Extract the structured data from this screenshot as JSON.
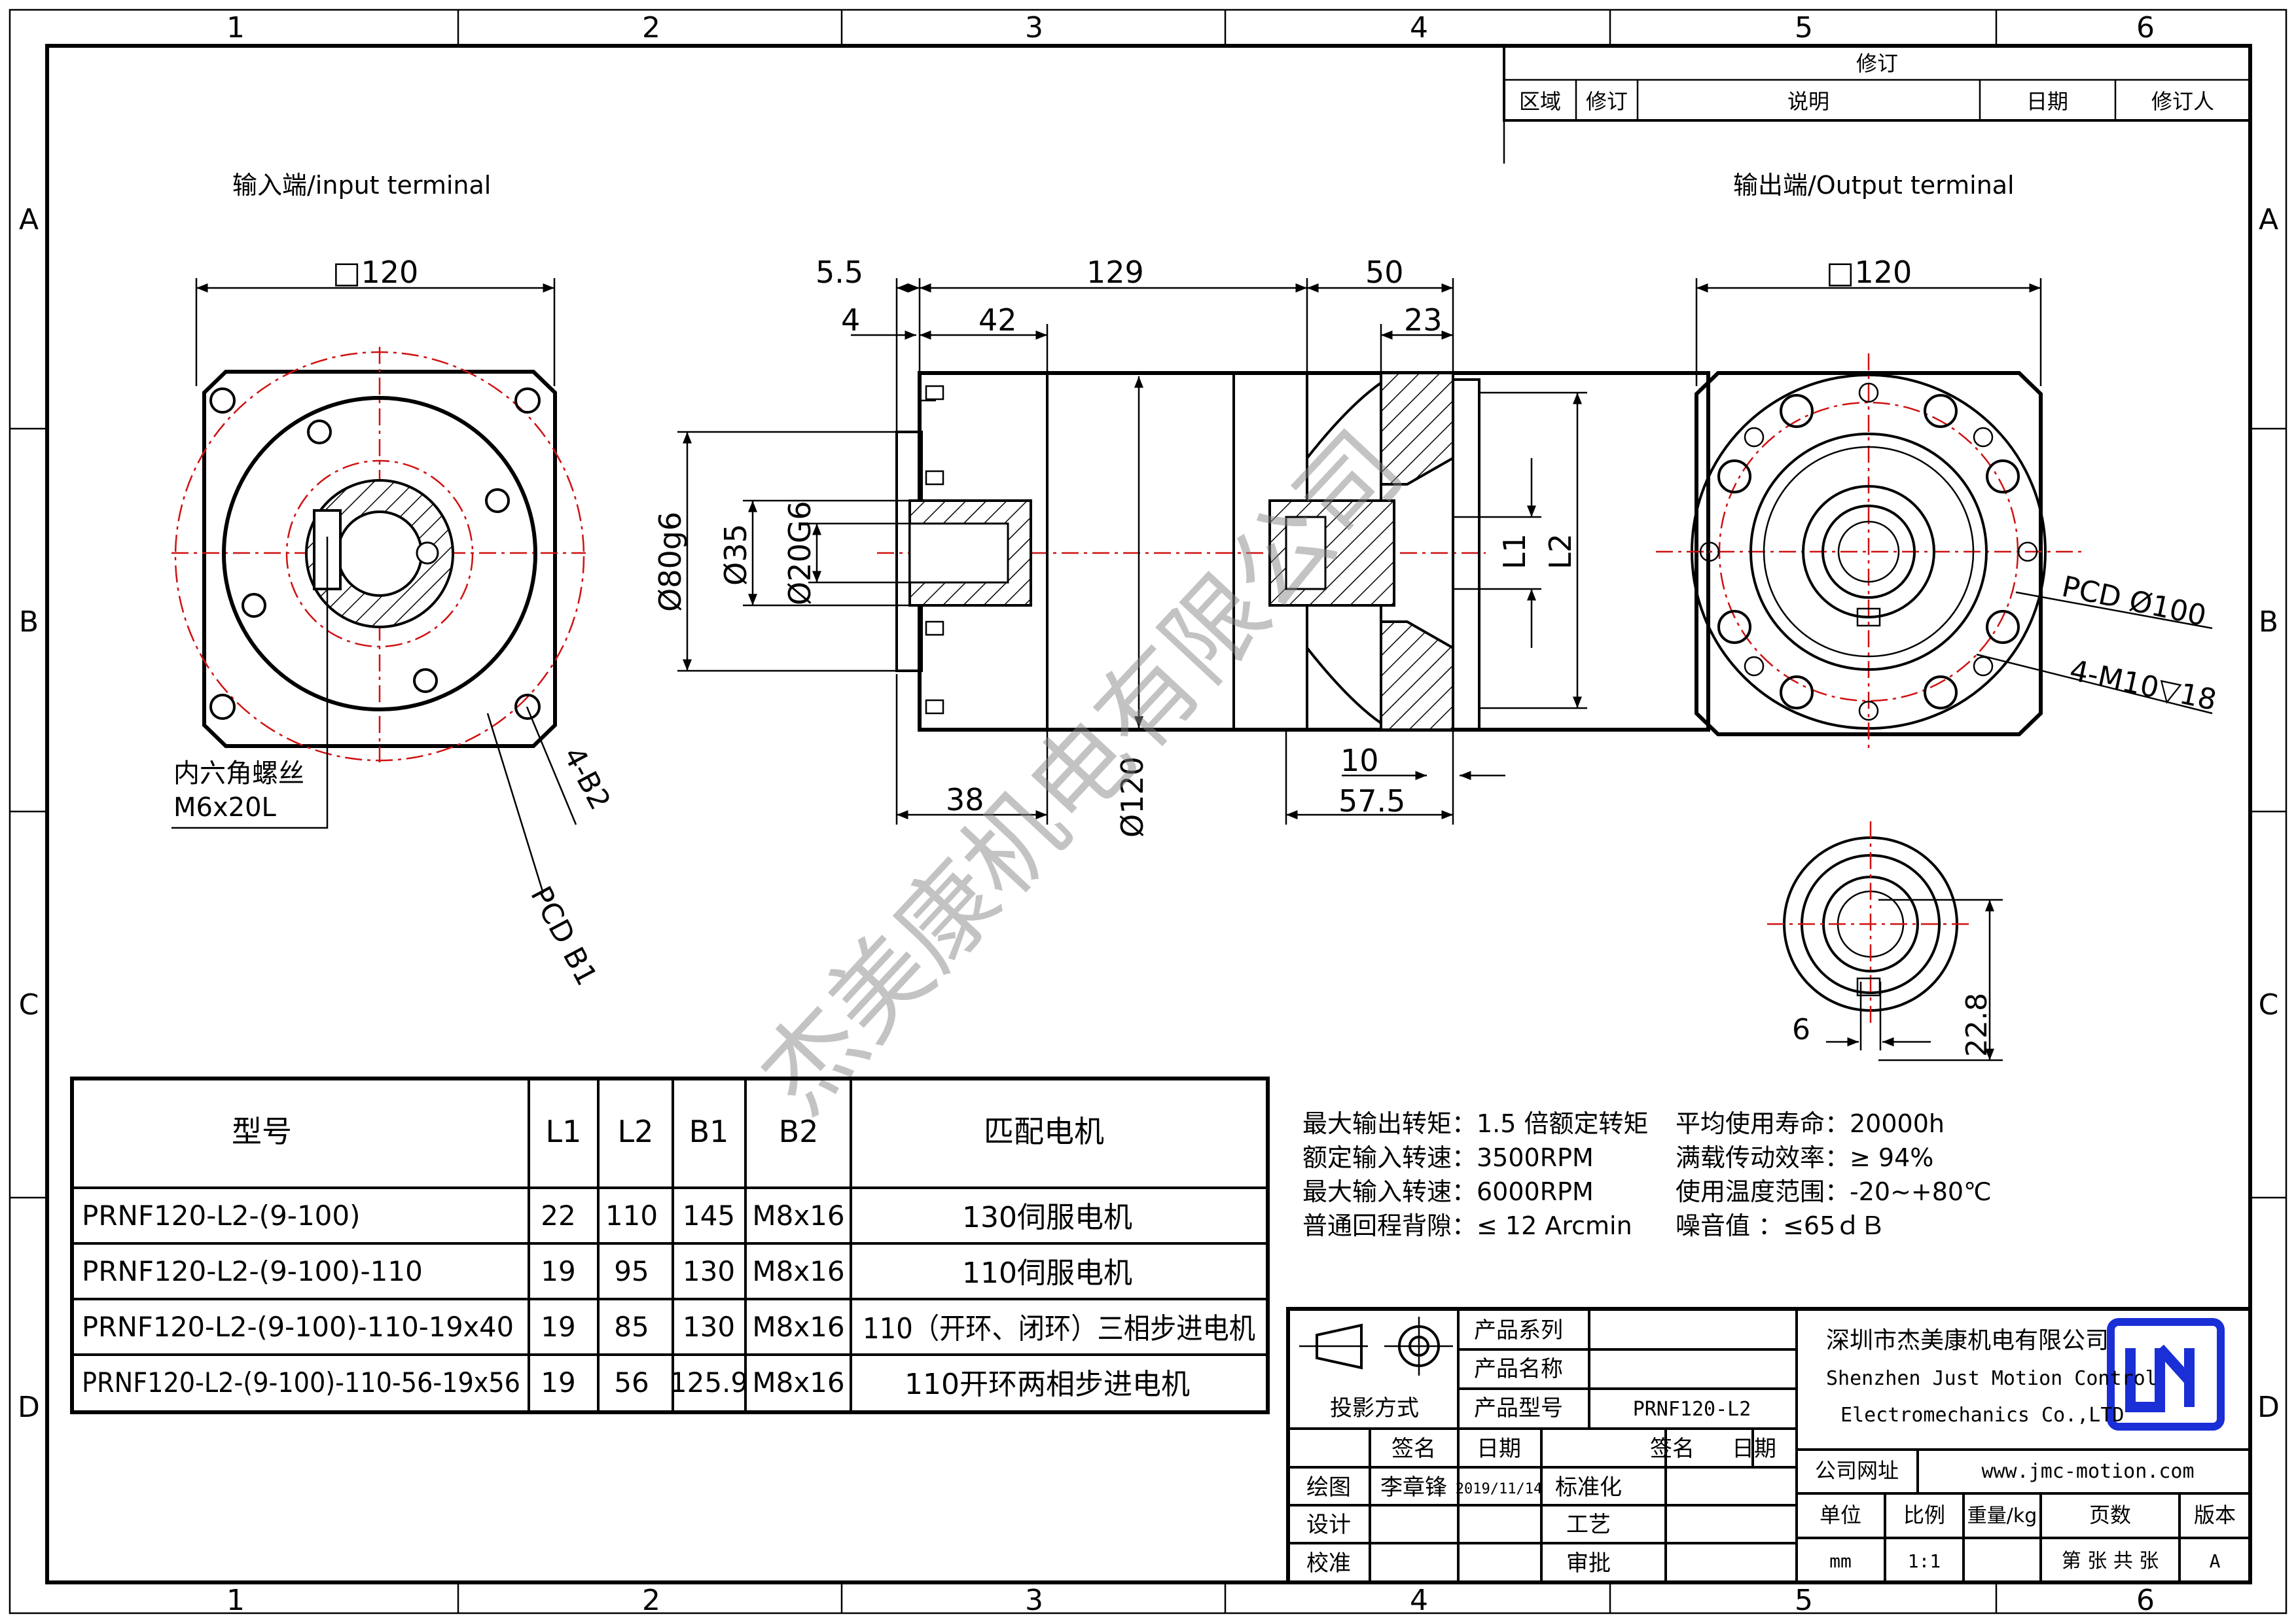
{
  "grid": {
    "cols": [
      "1",
      "2",
      "3",
      "4",
      "5",
      "6"
    ],
    "rows": [
      "A",
      "B",
      "C",
      "D"
    ]
  },
  "revision": {
    "title": "修订",
    "headers": [
      "区域",
      "修订",
      "说明",
      "日期",
      "修订人"
    ]
  },
  "views": {
    "input_label": "输入端/input terminal",
    "output_label": "输出端/Output terminal"
  },
  "dims": {
    "input_square": "□120",
    "output_square": "□120",
    "d_5_5": "5.5",
    "d_129": "129",
    "d_50": "50",
    "d_4": "4",
    "d_42": "42",
    "d_23": "23",
    "d_80g6": "Ø80g6",
    "d_35": "Ø35",
    "d_20G6": "Ø20G6",
    "d_L1": "L1",
    "d_L2": "L2",
    "d_120": "Ø120",
    "d_38": "38",
    "d_10": "10",
    "d_57_5": "57.5",
    "pcd_b1": "PCD B1",
    "b2": "4-B2",
    "screw_1": "内六角螺丝",
    "screw_2": "M6x20L",
    "pcd_100": "PCD Ø100",
    "m10": "4-M10▽18",
    "d_6": "6",
    "d_22_8": "22.8"
  },
  "watermark": "杰美康机电有限公司",
  "model_table": {
    "headers": [
      "型号",
      "L1",
      "L2",
      "B1",
      "B2",
      "匹配电机"
    ],
    "rows": [
      [
        "PRNF120-L2-(9-100)",
        "22",
        "110",
        "145",
        "M8x16",
        "130伺服电机"
      ],
      [
        "PRNF120-L2-(9-100)-110",
        "19",
        "95",
        "130",
        "M8x16",
        "110伺服电机"
      ],
      [
        "PRNF120-L2-(9-100)-110-19x40",
        "19",
        "85",
        "130",
        "M8x16",
        "110（开环、闭环）三相步进电机"
      ],
      [
        "PRNF120-L2-(9-100)-110-56-19x56",
        "19",
        "56",
        "125.9",
        "M8x16",
        "110开环两相步进电机"
      ]
    ]
  },
  "specs": [
    [
      "最大输出转矩：1.5 倍额定转矩",
      "平均使用寿命：20000h"
    ],
    [
      "额定输入转速：3500RPM",
      "满载传动效率：≥   94%"
    ],
    [
      "最大输入转速：6000RPM",
      "使用温度范围：-20~+80℃"
    ],
    [
      "普通回程背隙：≤ 12 Arcmin",
      "噪音值         ：≤65ｄＢ"
    ]
  ],
  "title_block": {
    "product_series": "产品系列",
    "product_name": "产品名称",
    "product_model": "产品型号",
    "model_value": "PRNF120-L2",
    "projection": "投影方式",
    "sign": "签名",
    "date": "日期",
    "sign2": "签名",
    "date2": "日期",
    "draw": "绘图",
    "drawer": "李章锋",
    "draw_date": "2019/11/14",
    "standard": "标准化",
    "design": "设计",
    "craft": "工艺",
    "check": "校准",
    "approve": "审批",
    "company_cn": "深圳市杰美康机电有限公司",
    "company_en1": "Shenzhen Just Motion Control",
    "company_en2": "Electromechanics Co.,LTD",
    "website_label": "公司网址",
    "website": "www.jmc-motion.com",
    "unit": "单位",
    "scale": "比例",
    "weight": "重量/kg",
    "pages": "页数",
    "version": "版本",
    "unit_val": "mm",
    "scale_val": "1:1",
    "pages_val": "第 张 共 张",
    "version_val": "A",
    "brand_color": "#1a2fd6"
  }
}
